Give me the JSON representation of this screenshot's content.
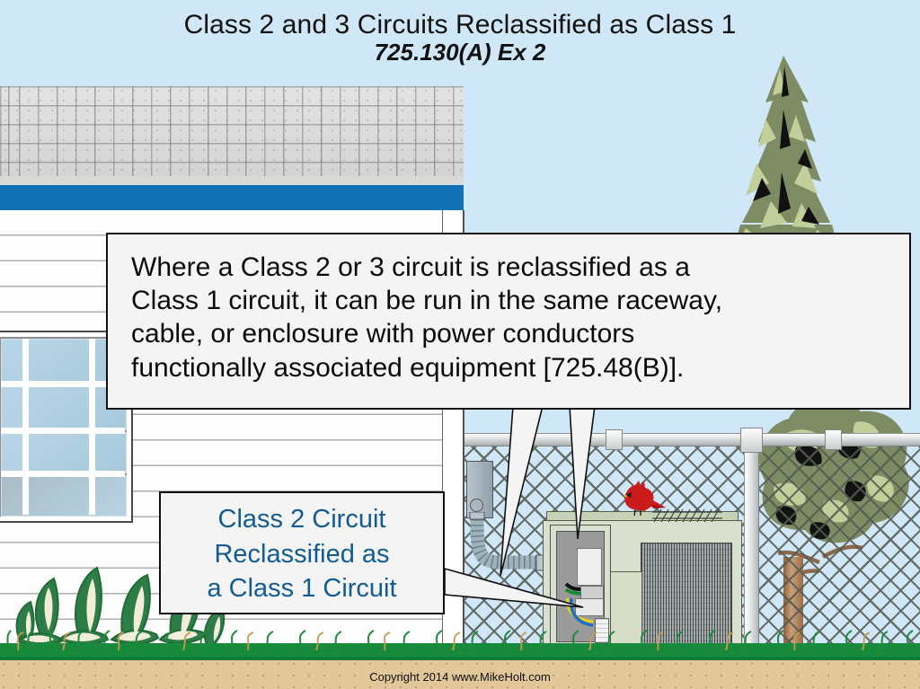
{
  "title": {
    "line1": "Class 2 and 3 Circuits Reclassified as Class 1",
    "line2": "725.130(A) Ex 2"
  },
  "main_callout": {
    "name": "code-explanation-callout",
    "line1": "Where a Class 2 or 3 circuit is reclassified as a",
    "line2": "Class 1 circuit, it can be run in the same raceway,",
    "line3": "cable, or enclosure with power conductors",
    "line4": "functionally associated equipment [725.48(B)]."
  },
  "blue_callout": {
    "name": "class-2-circuit-label",
    "line1": "Class 2 Circuit",
    "line2": "Reclassified as",
    "line3": "a Class 1 Circuit"
  },
  "footer": {
    "copyright": "Copyright 2014 www.MikeHolt.com"
  },
  "scene": {
    "house_label": "house-with-lap-siding",
    "roof_label": "asphalt-shingle-roof",
    "fascia_label": "blue-fascia-board",
    "window_label": "double-hung-window",
    "pine_label": "pine-tree",
    "deciduous_label": "deciduous-tree",
    "fence_label": "chain-link-fence",
    "ac_label": "air-conditioner-condenser",
    "disconnect_label": "ac-control-enclosure",
    "wall_disconnect_label": "wall-mounted-disconnect",
    "conduit_label": "flexible-liquidtight-conduit",
    "bird_label": "cardinal-bird",
    "shrub_label": "variegated-shrub",
    "grass_label": "grass-strip",
    "sand_label": "sand-border"
  },
  "colors": {
    "sky": "#cfe7f6",
    "fascia_blue": "#1272b5",
    "label_blue": "#125c93",
    "grass_green": "#178a3c",
    "sand_tan": "#e2c79a",
    "ac_green": "#d9e0cf",
    "wire_blue": "#1f6fc4",
    "wire_yellow": "#e9d21f",
    "bird_red": "#cc1b1b"
  }
}
